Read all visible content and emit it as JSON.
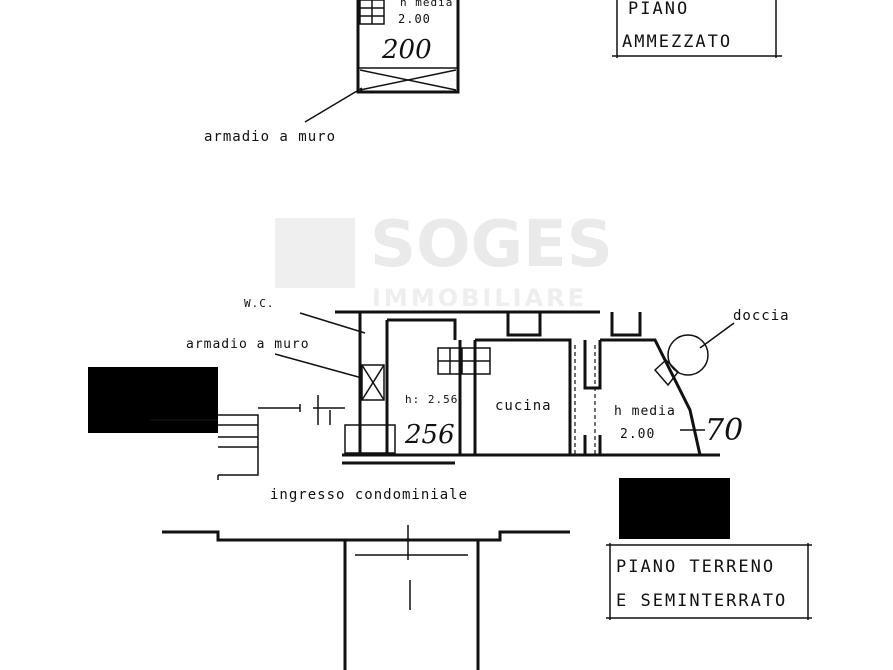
{
  "watermark": {
    "brand": "SOGES",
    "subtitle": "IMMOBILIARE"
  },
  "mezzanine": {
    "height_label": "h media",
    "height_value": "2.00",
    "handwritten_height": "200",
    "closet_label": "armadio a muro",
    "floor_title_line1": "PIANO",
    "floor_title_line2": "AMMEZZATO"
  },
  "ground": {
    "wc_label": "W.C.",
    "closet_label": "armadio a muro",
    "shower_label": "doccia",
    "room_height_label": "h: 2.56",
    "handwritten_room_height": "256",
    "kitchen_label": "cucina",
    "avg_height_label": "h media",
    "avg_height_value": "2.00",
    "handwritten_avg_height": "70",
    "entrance_label": "ingresso condominiale",
    "floor_title_line1": "PIANO TERRENO",
    "floor_title_line2": "E SEMINTERRATO"
  }
}
